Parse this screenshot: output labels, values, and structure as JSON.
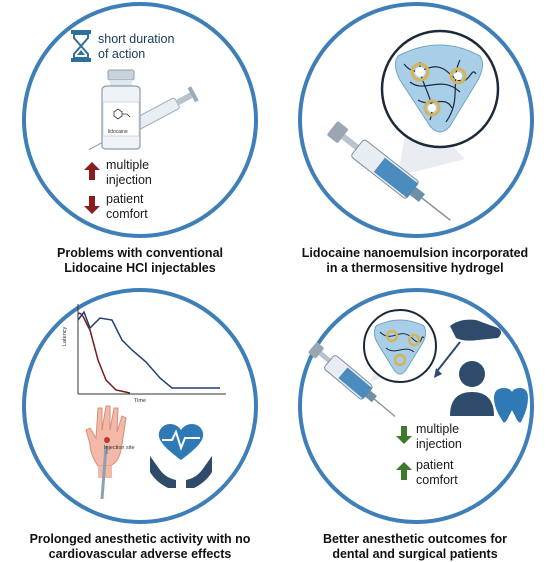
{
  "panels": {
    "top_left": {
      "caption_line1": "Problems with conventional",
      "caption_line2": "Lidocaine HCl injectables",
      "duration_line1": "short duration",
      "duration_line2": "of action",
      "vial_label": "lidocaine",
      "up_line1": "multiple",
      "up_line2": "injection",
      "down_line1": "patient",
      "down_line2": "comfort"
    },
    "top_right": {
      "caption_line1": "Lidocaine nanoemulsion incorporated",
      "caption_line2": "in a thermosensitive hydrogel"
    },
    "bottom_left": {
      "caption_line1": "Prolonged anesthetic activity with no",
      "caption_line2": "cardiovascular adverse effects",
      "y_axis": "Latency",
      "x_axis": "Time",
      "injection_site": "Injection site"
    },
    "bottom_right": {
      "caption_line1": "Better anesthetic outcomes for",
      "caption_line2": "dental and surgical patients",
      "down_line1": "multiple",
      "down_line2": "injection",
      "up_line1": "patient",
      "up_line2": "comfort"
    }
  },
  "colors": {
    "ring": "#3f7fb9",
    "arrow_red": "#8b1c1c",
    "arrow_green": "#3d7a2a",
    "navy": "#2f4b6b",
    "hydrogel": "#a9cfe8"
  }
}
